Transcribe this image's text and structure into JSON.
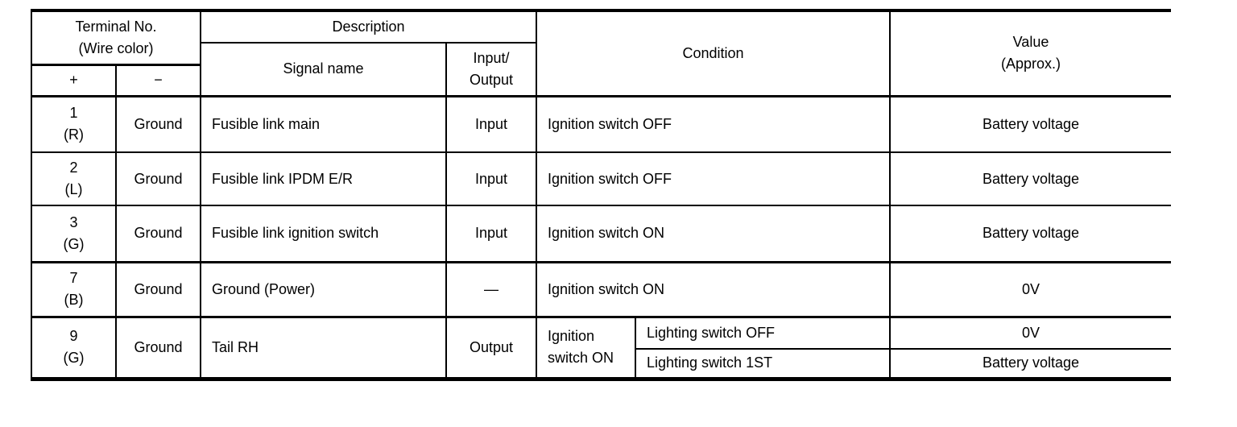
{
  "table": {
    "header": {
      "terminal": "Terminal No.\n(Wire color)",
      "plus": "+",
      "minus": "−",
      "description": "Description",
      "signal_name": "Signal name",
      "input_output": "Input/\nOutput",
      "condition": "Condition",
      "value": "Value\n(Approx.)"
    },
    "rows": [
      {
        "terminal": "1\n(R)",
        "ground": "Ground",
        "signal": "Fusible link main",
        "io": "Input",
        "condition": "Ignition switch OFF",
        "value": "Battery voltage"
      },
      {
        "terminal": "2\n(L)",
        "ground": "Ground",
        "signal": "Fusible link IPDM E/R",
        "io": "Input",
        "condition": "Ignition switch OFF",
        "value": "Battery voltage"
      },
      {
        "terminal": "3\n(G)",
        "ground": "Ground",
        "signal": "Fusible link ignition switch",
        "io": "Input",
        "condition": "Ignition switch ON",
        "value": "Battery voltage"
      },
      {
        "terminal": "7\n(B)",
        "ground": "Ground",
        "signal": "Ground (Power)",
        "io": "—",
        "condition": "Ignition switch ON",
        "value": "0V"
      },
      {
        "terminal": "9\n(G)",
        "ground": "Ground",
        "signal": "Tail RH",
        "io": "Output",
        "condition_main": "Ignition\nswitch ON",
        "sub_rows": [
          {
            "condition": "Lighting switch OFF",
            "value": "0V"
          },
          {
            "condition": "Lighting switch 1ST",
            "value": "Battery voltage"
          }
        ]
      }
    ]
  }
}
